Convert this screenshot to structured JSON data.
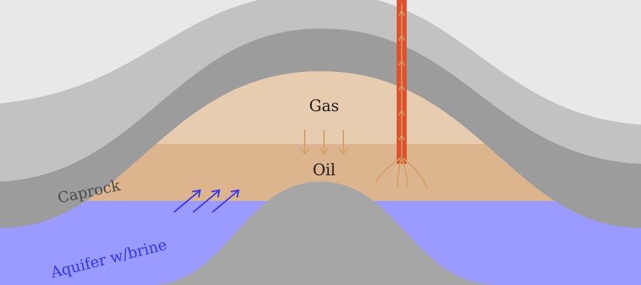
{
  "labels": {
    "gas": "Gas",
    "oil": "Oil",
    "caprock": "Caprock",
    "aquifer": "Aquifer w/brine"
  },
  "colors": {
    "sky": "#e8e8e8",
    "layer_top": "#c2c2c2",
    "layer_mid": "#9c9c9c",
    "caprock": "#a9a9a9",
    "gas_zone": "#e8ccb0",
    "oil_zone": "#dcb58f",
    "aquifer": "#9a9aff",
    "core_rock": "#a6a6a6",
    "well_pipe": "#e0502a",
    "flow_arrow": "#d4a06a",
    "brine_arrow": "#3434f0",
    "aquifer_text": "#3434f0",
    "text": "#1a1a1a",
    "caprock_text": "#4a4a4a"
  }
}
